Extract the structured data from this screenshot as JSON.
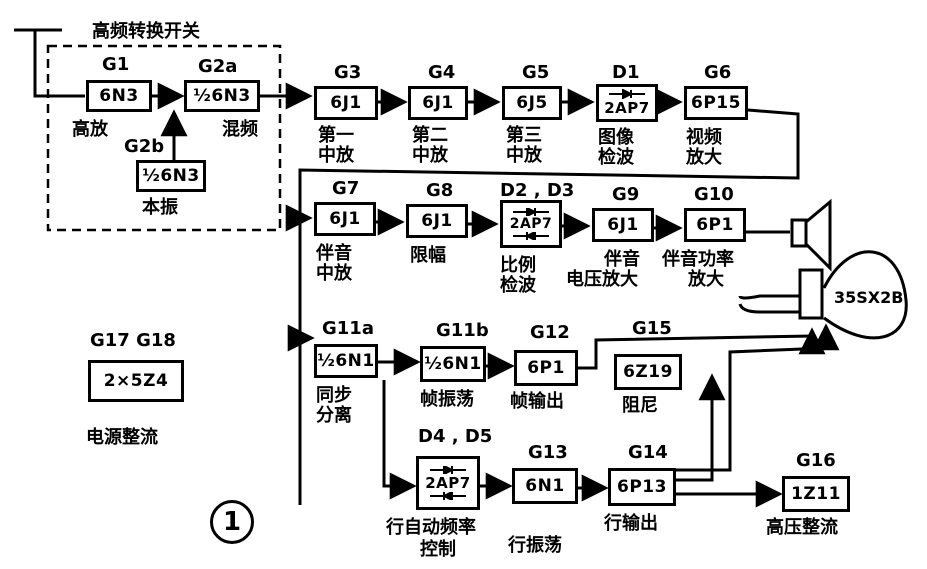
{
  "title": "高频转换开关",
  "figure_number": "1",
  "tube": "35SX2B",
  "blocks": {
    "g1": {
      "code": "G1",
      "tube": "6N3",
      "caption": [
        "高放"
      ]
    },
    "g2a": {
      "code": "G2a",
      "tube": "½6N3",
      "caption": [
        "混频"
      ]
    },
    "g2b": {
      "code": "G2b",
      "tube": "½6N3",
      "caption": [
        "本振"
      ]
    },
    "g3": {
      "code": "G3",
      "tube": "6J1",
      "caption": [
        "第一",
        "中放"
      ]
    },
    "g4": {
      "code": "G4",
      "tube": "6J1",
      "caption": [
        "第二",
        "中放"
      ]
    },
    "g5": {
      "code": "G5",
      "tube": "6J5",
      "caption": [
        "第三",
        "中放"
      ]
    },
    "d1": {
      "code": "D1",
      "tube": "2AP7",
      "caption": [
        "图像",
        "检波"
      ]
    },
    "g6": {
      "code": "G6",
      "tube": "6P15",
      "caption": [
        "视频",
        "放大"
      ]
    },
    "g7": {
      "code": "G7",
      "tube": "6J1",
      "caption": [
        "伴音",
        "中放"
      ]
    },
    "g8": {
      "code": "G8",
      "tube": "6J1",
      "caption": [
        "限幅"
      ]
    },
    "d23": {
      "code": "D2 , D3",
      "tube": "2AP7",
      "caption": [
        "比例",
        "检波"
      ]
    },
    "g9": {
      "code": "G9",
      "tube": "6J1",
      "caption": [
        "伴音",
        "电压放大"
      ]
    },
    "g10": {
      "code": "G10",
      "tube": "6P1",
      "caption": [
        "伴音功率",
        "放大"
      ]
    },
    "g11a": {
      "code": "G11a",
      "tube": "½6N1",
      "caption": [
        "同步",
        "分离"
      ]
    },
    "g11b": {
      "code": "G11b",
      "tube": "½6N1",
      "caption": [
        "帧振荡"
      ]
    },
    "g12": {
      "code": "G12",
      "tube": "6P1",
      "caption": [
        "帧输出"
      ]
    },
    "g15": {
      "code": "G15",
      "tube": "6Z19",
      "caption": [
        "阻尼"
      ]
    },
    "d45": {
      "code": "D4 , D5",
      "tube": "2AP7",
      "caption": [
        "行自动频率",
        "控制"
      ]
    },
    "g13": {
      "code": "G13",
      "tube": "6N1",
      "caption": [
        "行振荡"
      ]
    },
    "g14": {
      "code": "G14",
      "tube": "6P13",
      "caption": [
        "行输出"
      ]
    },
    "g16": {
      "code": "G16",
      "tube": "1Z11",
      "caption": [
        "高压整流"
      ]
    },
    "g1718": {
      "code": "G17 G18",
      "tube": "2×5Z4",
      "caption": [
        "电源整流"
      ]
    }
  }
}
